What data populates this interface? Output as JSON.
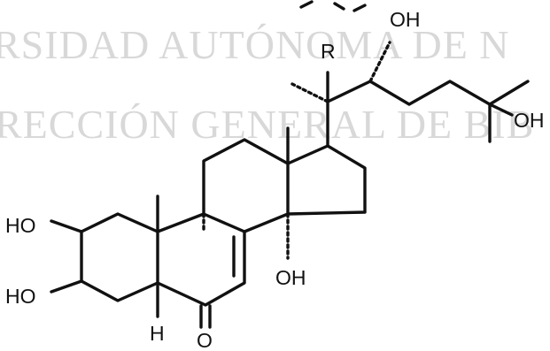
{
  "watermark": {
    "line1": "RSIDAD AUTÓNOMA DE N",
    "line2": "RECCIÓN GENERAL DE BIB"
  },
  "labels": {
    "oh_c2": "HO",
    "oh_c3": "HO",
    "h_c5": "H",
    "o_c6": "O",
    "oh_c14": "OH",
    "r_c20": "R",
    "oh_c22": "OH",
    "oh_c25": "OH"
  }
}
